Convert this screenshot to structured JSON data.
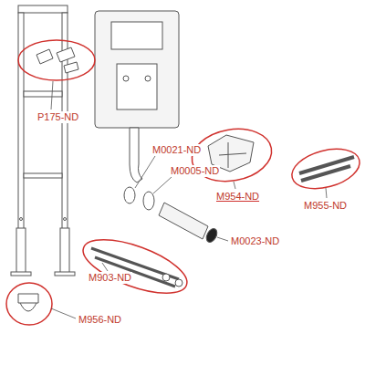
{
  "diagram": {
    "labels": [
      "P175-ND",
      "M0021-ND",
      "M0005-ND",
      "M954-ND",
      "M955-ND",
      "M0023-ND",
      "M903-ND",
      "M956-ND"
    ]
  }
}
